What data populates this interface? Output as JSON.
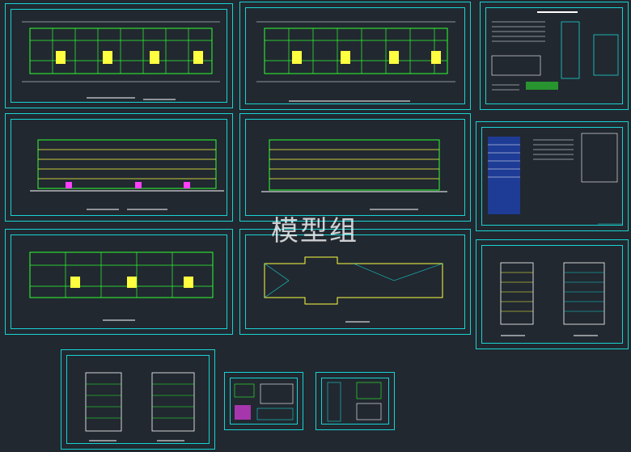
{
  "watermark": "模型组",
  "colors": {
    "background": "#212830",
    "frame": "#19d3d3",
    "wall": "#30ff30",
    "accent": "#ffff40",
    "text": "#ffffff"
  },
  "sheets": [
    {
      "id": "floor-plan-1"
    },
    {
      "id": "floor-plan-2"
    },
    {
      "id": "design-notes"
    },
    {
      "id": "elevation-1"
    },
    {
      "id": "elevation-2"
    },
    {
      "id": "drawing-index"
    },
    {
      "id": "floor-plan-3"
    },
    {
      "id": "roof-plan"
    },
    {
      "id": "side-elevations"
    },
    {
      "id": "sections"
    },
    {
      "id": "detail-1"
    },
    {
      "id": "detail-2"
    }
  ]
}
